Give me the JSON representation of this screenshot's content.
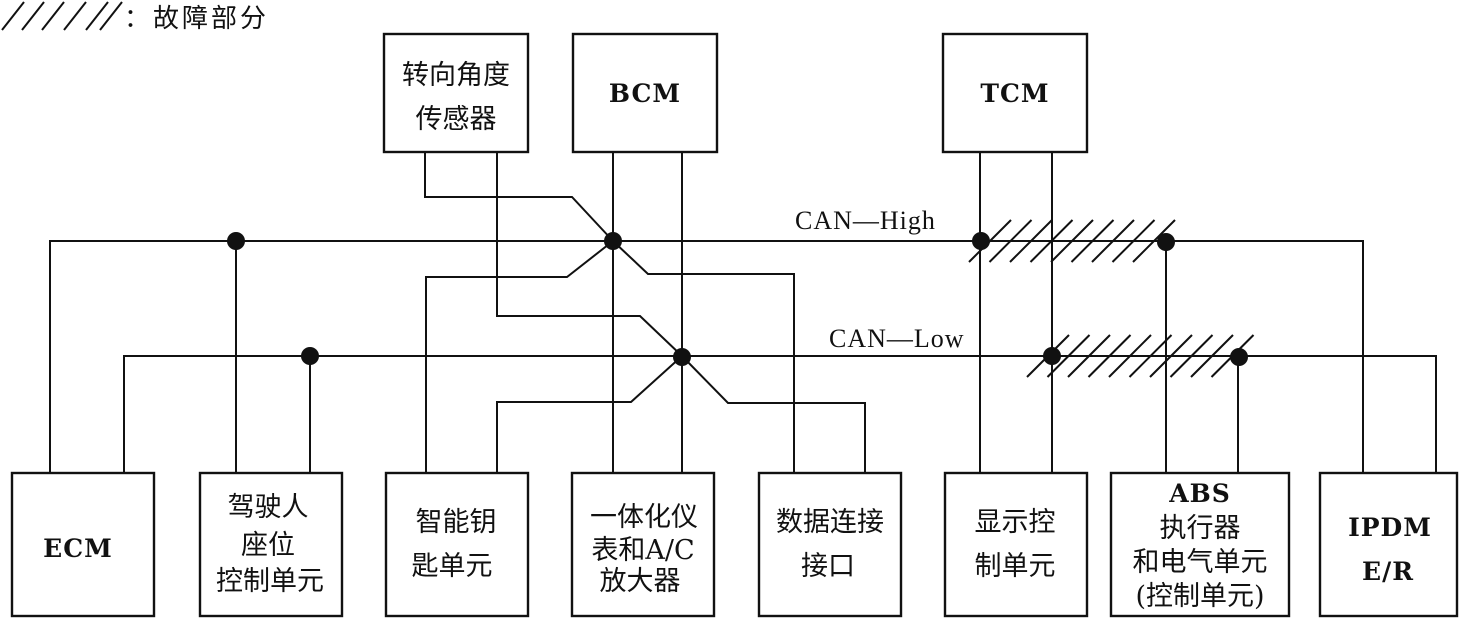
{
  "legend": {
    "symbol": "hatch-lines",
    "text": "：故障部分"
  },
  "buses": {
    "high": {
      "label": "CAN—High"
    },
    "low": {
      "label": "CAN—Low"
    }
  },
  "top_modules": [
    {
      "id": "steering",
      "lines": [
        "转向角度",
        "传感器"
      ]
    },
    {
      "id": "bcm",
      "lines": [
        "BCM"
      ]
    },
    {
      "id": "tcm",
      "lines": [
        "TCM"
      ]
    }
  ],
  "bottom_modules": [
    {
      "id": "ecm",
      "lines": [
        "ECM"
      ]
    },
    {
      "id": "seat",
      "lines": [
        "驾驶人",
        "座位",
        "控制单元"
      ]
    },
    {
      "id": "smartkey",
      "lines": [
        "智能钥",
        "匙单元"
      ]
    },
    {
      "id": "meter",
      "lines": [
        "一体化仪",
        "表和A/C",
        "放大器"
      ]
    },
    {
      "id": "dlc",
      "lines": [
        "数据连接",
        "接口"
      ]
    },
    {
      "id": "display",
      "lines": [
        "显示控",
        "制单元"
      ]
    },
    {
      "id": "abs",
      "lines": [
        "ABS",
        "执行器",
        "和电气单元",
        "(控制单元)"
      ]
    },
    {
      "id": "ipdm",
      "lines": [
        "IPDM",
        "E/R"
      ]
    }
  ],
  "fault_sections": [
    {
      "bus": "high",
      "between": [
        "tcm",
        "abs"
      ]
    },
    {
      "bus": "low",
      "between": [
        "tcm",
        "abs"
      ]
    }
  ]
}
